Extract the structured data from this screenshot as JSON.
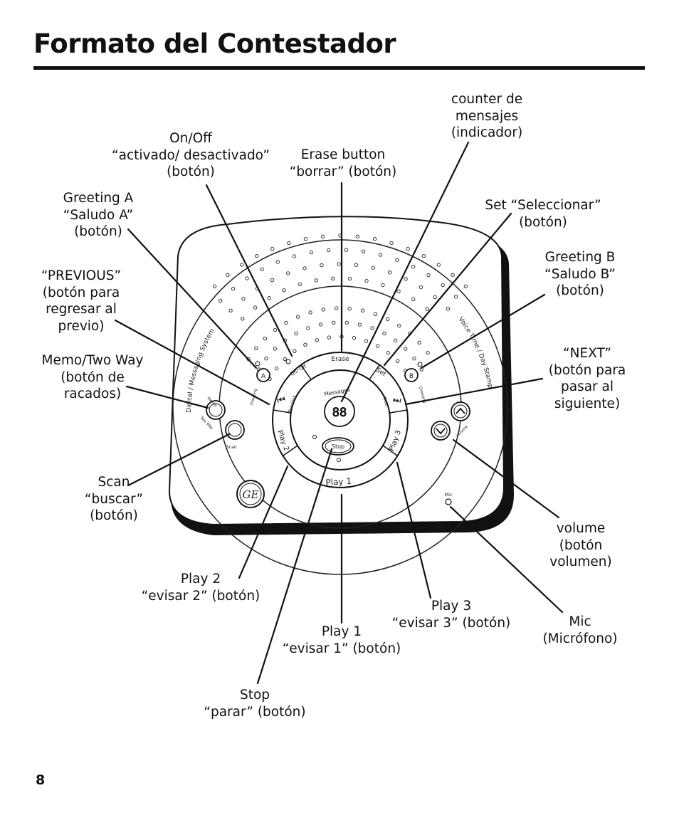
{
  "page": {
    "title": "Formato del Contestador",
    "page_number": "8"
  },
  "callouts": {
    "on_off": [
      "On/Off",
      "“activado/ desactivado”",
      "(botón)"
    ],
    "erase": [
      "Erase button",
      "“borrar” (botón)"
    ],
    "counter": [
      "counter de",
      "mensajes",
      "(indicador)"
    ],
    "greeting_a": [
      "Greeting A",
      "“Saludo A”",
      "(botón)"
    ],
    "set": [
      "Set “Seleccionar”",
      "(botón)"
    ],
    "greeting_b": [
      "Greeting B",
      "“Saludo B”",
      "(botón)"
    ],
    "previous": [
      "“PREVIOUS”",
      "(botón para",
      "regresar al",
      "previo)"
    ],
    "next": [
      "“NEXT”",
      "(botón para",
      "pasar al",
      "siguiente)"
    ],
    "memo": [
      "Memo/Two Way",
      "(botón de",
      "racados)"
    ],
    "scan": [
      "Scan",
      "“buscar”",
      "(botón)"
    ],
    "volume": [
      "volume",
      "(botón",
      "volumen)"
    ],
    "play2": [
      "Play 2",
      "“evisar 2” (botón)"
    ],
    "play3": [
      "Play 3",
      "“evisar 3” (botón)"
    ],
    "play1": [
      "Play 1",
      "“evisar 1” (botón)"
    ],
    "mic": [
      "Mic",
      "(Micrófono)"
    ],
    "stop": [
      "Stop",
      "“parar” (botón)"
    ]
  },
  "device": {
    "display": "88",
    "erase": "Erase",
    "on_off": "On/ Off",
    "set": "Set",
    "messages": "Messages",
    "previous": "Previous",
    "next": "Next",
    "stop": "Stop",
    "play1": "Play 1",
    "play2": "Play 2",
    "play3": "Play 3",
    "greeting_a_key": "A",
    "greeting_b_key": "B",
    "greeting": "Greeting",
    "memo": "Memo",
    "two_way": "Two Way",
    "scan": "Scan",
    "volume": "Volume",
    "mic": "Mic",
    "left_arc_text": "Digital / Messaging System",
    "right_arc_text": "Voice Time / Day Stamp",
    "logo_text": "GE"
  }
}
